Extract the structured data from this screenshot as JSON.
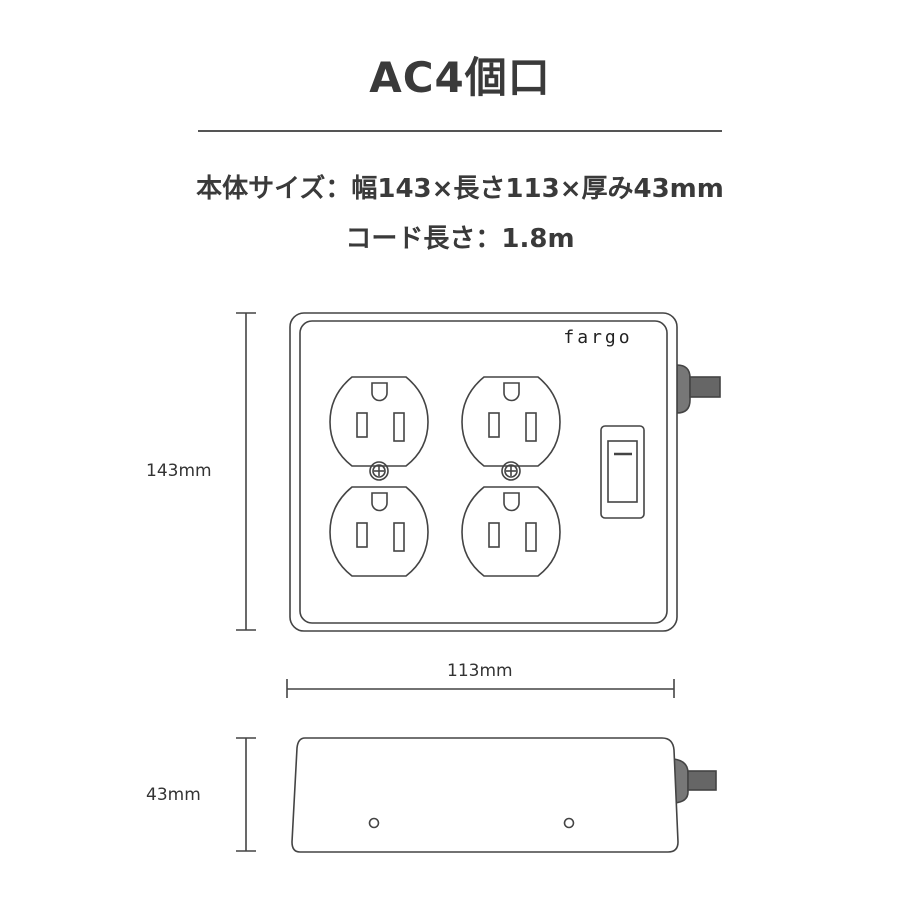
{
  "header": {
    "title": "AC4個口",
    "spec_size": "本体サイズ：幅143×長さ113×厚み43mm",
    "spec_cord": "コード長さ：1.8m"
  },
  "diagram": {
    "brand_logo": "Fargo",
    "outlet_count": 4,
    "dimensions": {
      "height_label": "143mm",
      "width_label": "113mm",
      "depth_label": "43mm"
    },
    "colors": {
      "line": "#444444",
      "cord": "#666666",
      "text": "#3a3a3a"
    }
  }
}
